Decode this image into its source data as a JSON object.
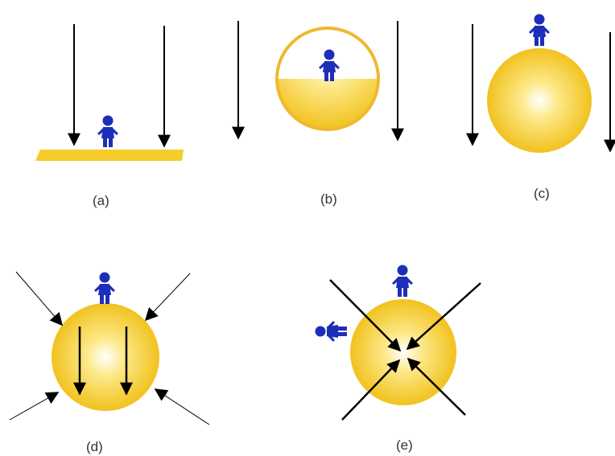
{
  "panels": [
    {
      "id": "a",
      "label": "(a)"
    },
    {
      "id": "b",
      "label": "(b)"
    },
    {
      "id": "c",
      "label": "(c)"
    },
    {
      "id": "d",
      "label": "(d)"
    },
    {
      "id": "e",
      "label": "(e)"
    }
  ],
  "colors": {
    "surface_yellow": "#f5cc2a",
    "sphere_center": "#ffffff",
    "sphere_edge": "#f0c01a",
    "shell_outline": "#f0b830",
    "figure_blue": "#1d2fb8",
    "arrow": "#000000",
    "label_text": "#333333"
  },
  "icons": {
    "person": "standing-person-icon",
    "arrow": "gravity-arrow-icon"
  }
}
